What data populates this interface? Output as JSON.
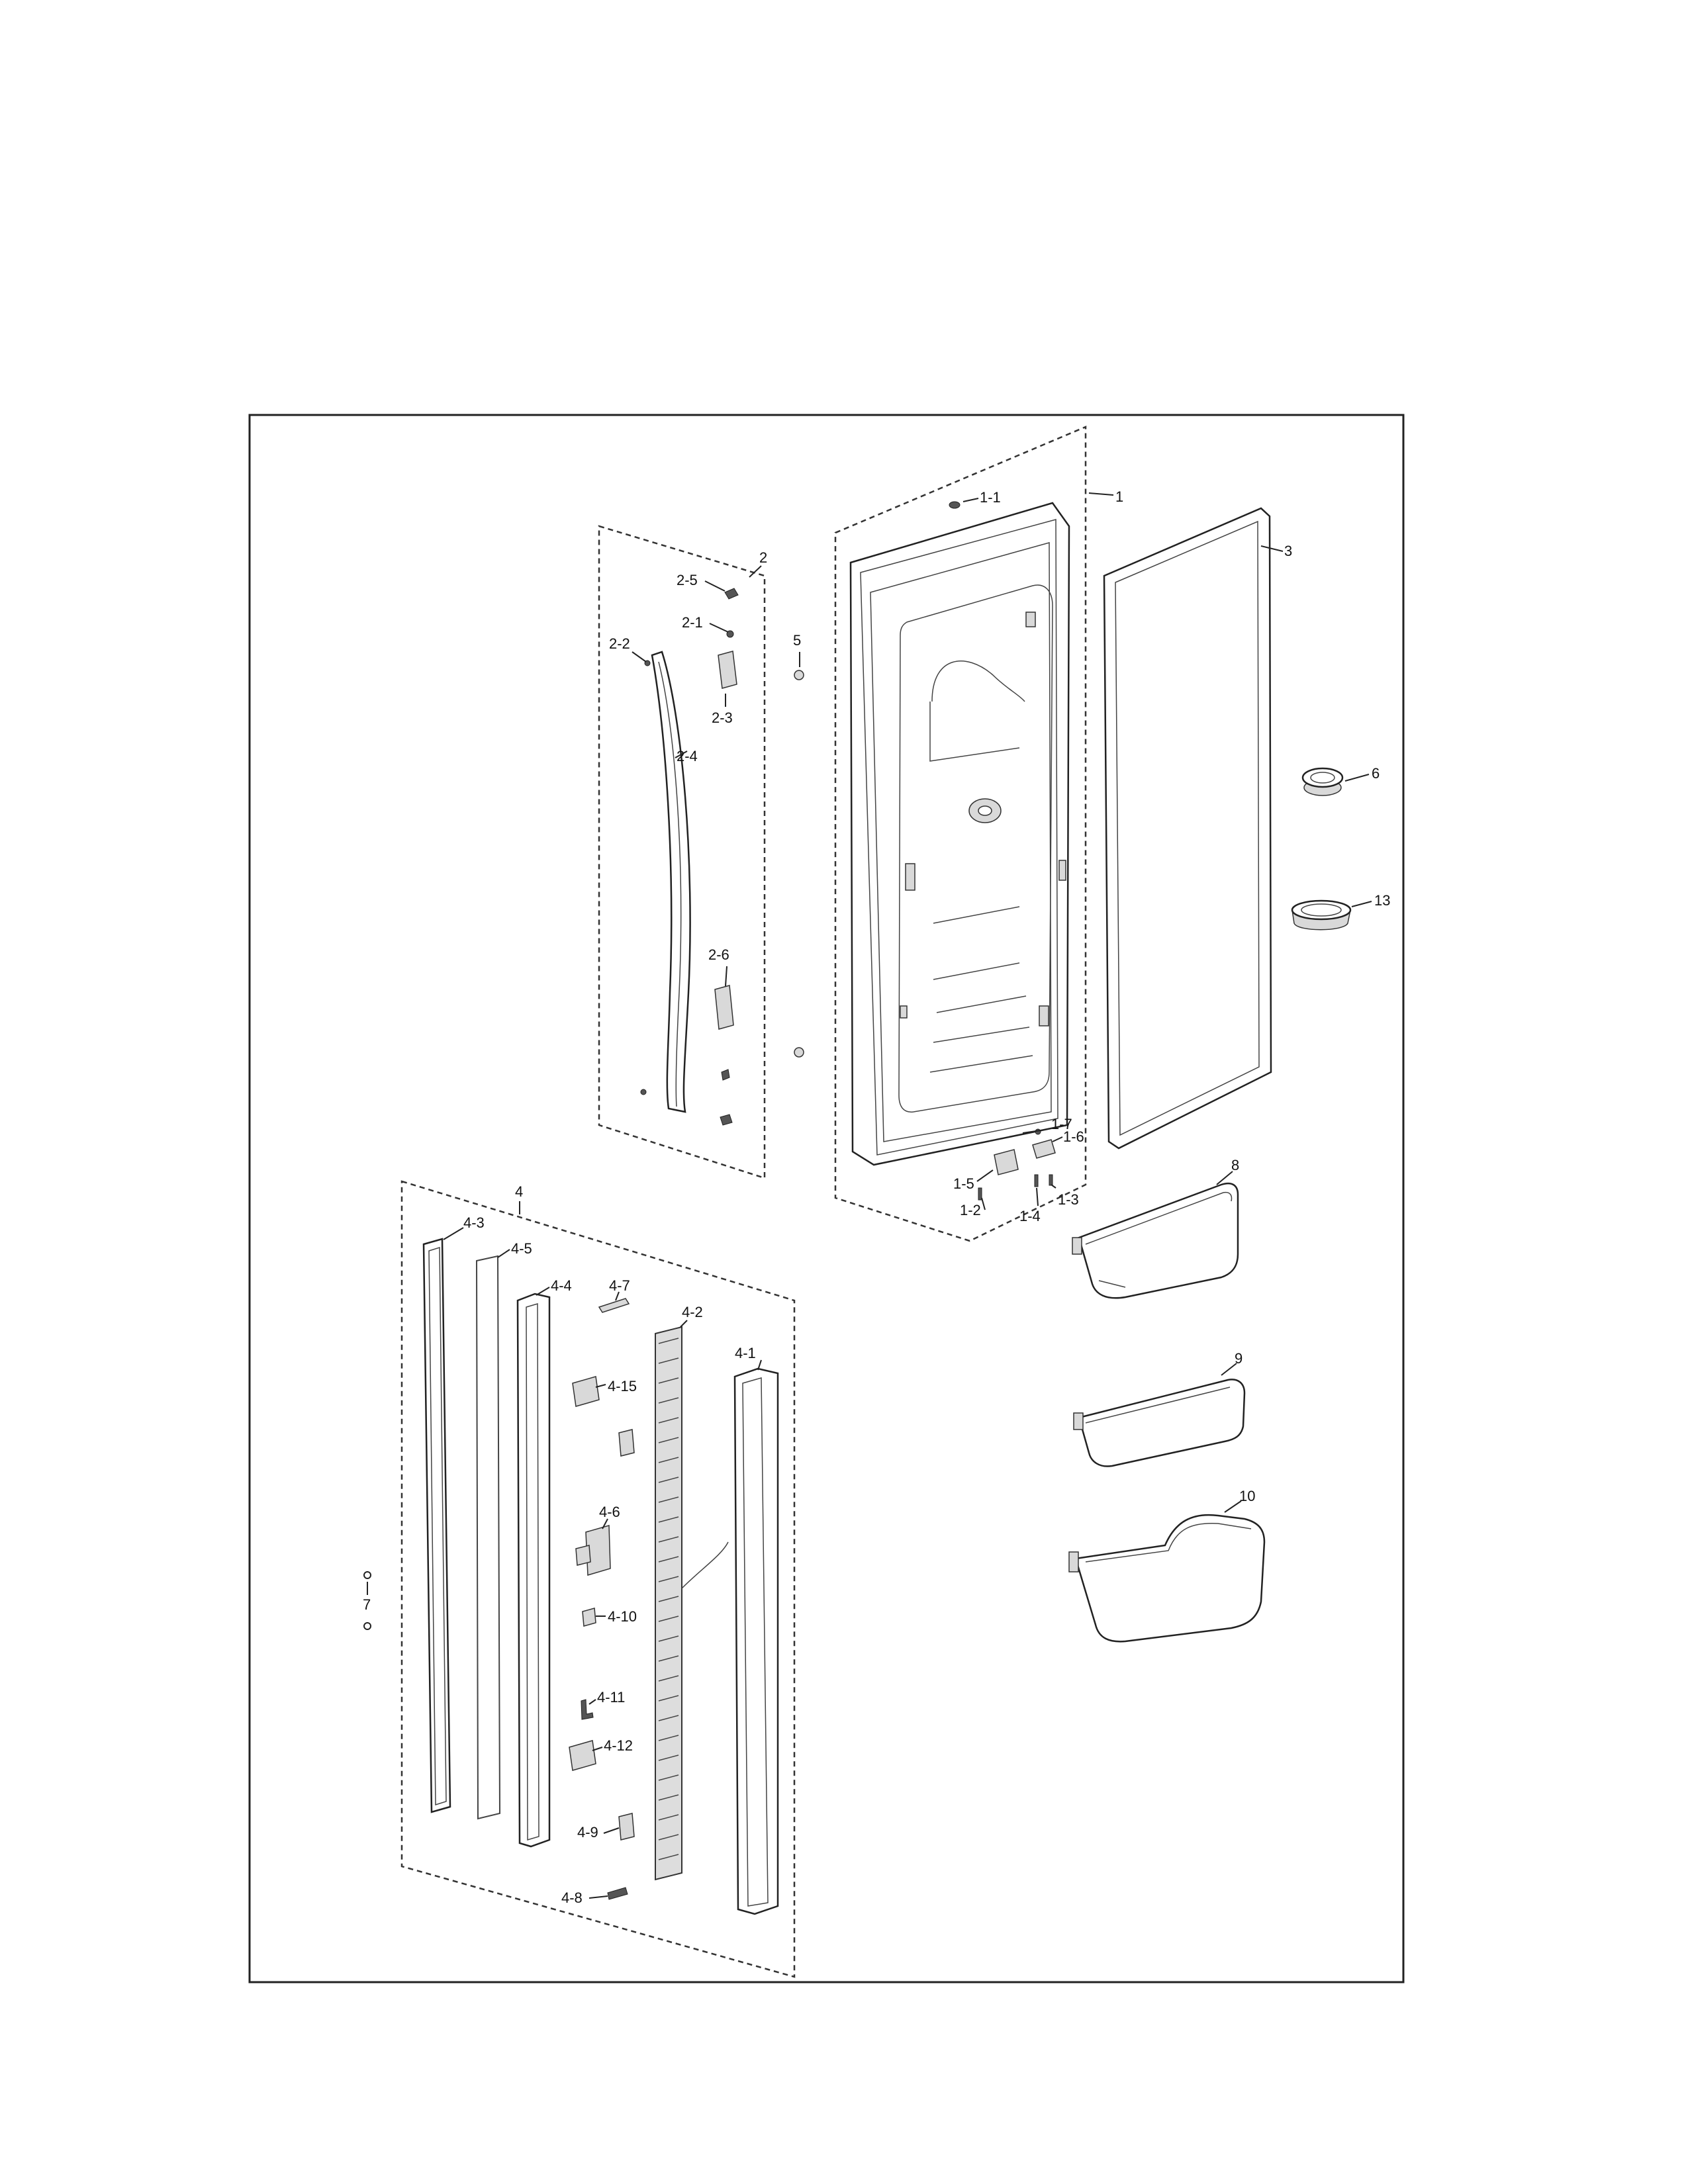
{
  "labels": {
    "p1": "1",
    "p1_1": "1-1",
    "p1_2": "1-2",
    "p1_3": "1-3",
    "p1_4": "1-4",
    "p1_5": "1-5",
    "p1_6": "1-6",
    "p1_7": "1-7",
    "p2": "2",
    "p2_1": "2-1",
    "p2_2": "2-2",
    "p2_3": "2-3",
    "p2_4": "2-4",
    "p2_5": "2-5",
    "p2_6": "2-6",
    "p3": "3",
    "p4": "4",
    "p4_1": "4-1",
    "p4_2": "4-2",
    "p4_3": "4-3",
    "p4_4": "4-4",
    "p4_5": "4-5",
    "p4_6": "4-6",
    "p4_7": "4-7",
    "p4_8": "4-8",
    "p4_9": "4-9",
    "p4_10": "4-10",
    "p4_11": "4-11",
    "p4_12": "4-12",
    "p4_15": "4-15",
    "p5": "5",
    "p6": "6",
    "p7": "7",
    "p8": "8",
    "p9": "9",
    "p10": "10",
    "p13": "13"
  }
}
